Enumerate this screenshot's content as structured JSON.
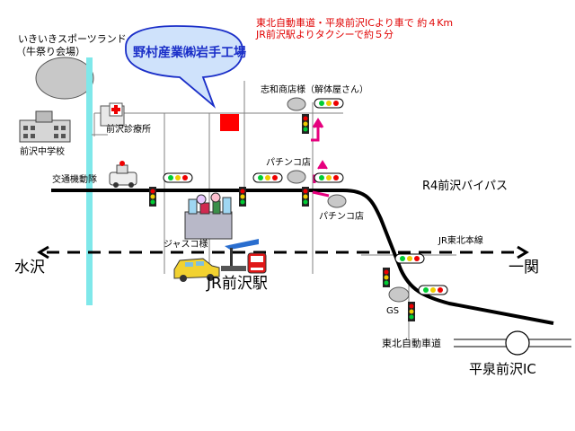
{
  "access_note": {
    "line1": "東北自動車道・平泉前沢ICより車で 約４Km",
    "line2": "JR前沢駅よりタクシーで約５分"
  },
  "landmarks": {
    "sports_land_line1": "いきいきスポーツランド",
    "sports_land_line2": "（牛祭り会場）",
    "company": "野村産業㈱岩手工場",
    "shiwa_shop": "志和商店様（解体屋さん）",
    "clinic": "前沢診療所",
    "junior_high": "前沢中学校",
    "traffic_police": "交通機動隊",
    "pachinko_north": "パチンコ店",
    "pachinko_south": "パチンコ店",
    "bypass": "R4前沢バイパス",
    "jasco": "ジャスコ様",
    "jr_line": "JR東北本線",
    "station": "JR前沢駅",
    "mizusawa": "水沢",
    "ichinoseki": "一関",
    "gs": "GS",
    "expressway": "東北自動車道",
    "interchange": "平泉前沢IC"
  },
  "colors": {
    "background": "#ffffff",
    "road": "#000000",
    "thin_road": "#808080",
    "river": "#7fe8ea",
    "bubble_fill": "#cfe2fb",
    "bubble_text": "#1a2ec8",
    "company_marker": "#ff0000",
    "direction_arrow": "#e6007e",
    "note_text": "#e00000"
  },
  "icons": [
    "traffic-signal-icon",
    "hospital-icon",
    "school-icon",
    "police-car-icon",
    "taxi-icon",
    "bus-stop-icon",
    "train-icon",
    "store-icon"
  ]
}
